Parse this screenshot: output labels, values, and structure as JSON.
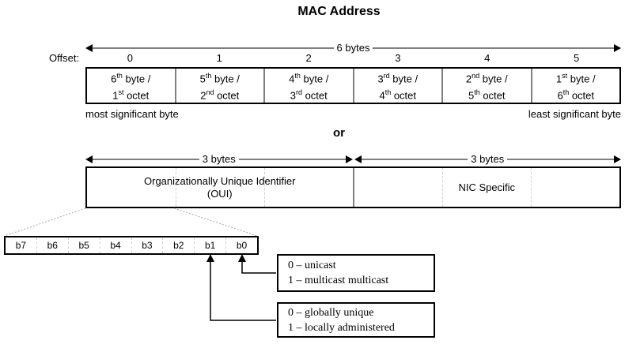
{
  "title": "MAC Address",
  "top_arrow": {
    "label": "6 bytes"
  },
  "offset_row": {
    "label": "Offset:",
    "values": [
      "0",
      "1",
      "2",
      "3",
      "4",
      "5"
    ]
  },
  "byte_table": {
    "cells": [
      {
        "byte_num": "6",
        "byte_ord": "th",
        "byte_rest": " byte /",
        "octet_num": "1",
        "octet_ord": "st",
        "octet_rest": " octet"
      },
      {
        "byte_num": "5",
        "byte_ord": "th",
        "byte_rest": " byte /",
        "octet_num": "2",
        "octet_ord": "nd",
        "octet_rest": " octet"
      },
      {
        "byte_num": "4",
        "byte_ord": "th",
        "byte_rest": " byte /",
        "octet_num": "3",
        "octet_ord": "rd",
        "octet_rest": " octet"
      },
      {
        "byte_num": "3",
        "byte_ord": "rd",
        "byte_rest": " byte /",
        "octet_num": "4",
        "octet_ord": "th",
        "octet_rest": " octet"
      },
      {
        "byte_num": "2",
        "byte_ord": "nd",
        "byte_rest": " byte /",
        "octet_num": "5",
        "octet_ord": "th",
        "octet_rest": " octet"
      },
      {
        "byte_num": "1",
        "byte_ord": "st",
        "byte_rest": " byte /",
        "octet_num": "6",
        "octet_ord": "th",
        "octet_rest": " octet"
      }
    ],
    "msb_label": "most significant byte",
    "lsb_label": "least significant byte"
  },
  "or_label": "or",
  "split_arrows": {
    "left_label": "3 bytes",
    "right_label": "3 bytes"
  },
  "split_table": {
    "left_line1": "Organizationally Unique Identifier",
    "left_line2": "(OUI)",
    "right_label": "NIC Specific"
  },
  "bit_table": {
    "bits": [
      "b7",
      "b6",
      "b5",
      "b4",
      "b3",
      "b2",
      "b1",
      "b0"
    ]
  },
  "callouts": {
    "unicast_box": {
      "line1": "0 – unicast",
      "line2": "1 – multicast multicast"
    },
    "admin_box": {
      "line1": "0 – globally unique",
      "line2": "1 – locally administered"
    }
  },
  "colors": {
    "text": "#000000",
    "arrow_shaft": "#808080",
    "divider_gray": "#808080",
    "divider_light": "#cfcfcf",
    "background": "#ffffff"
  }
}
